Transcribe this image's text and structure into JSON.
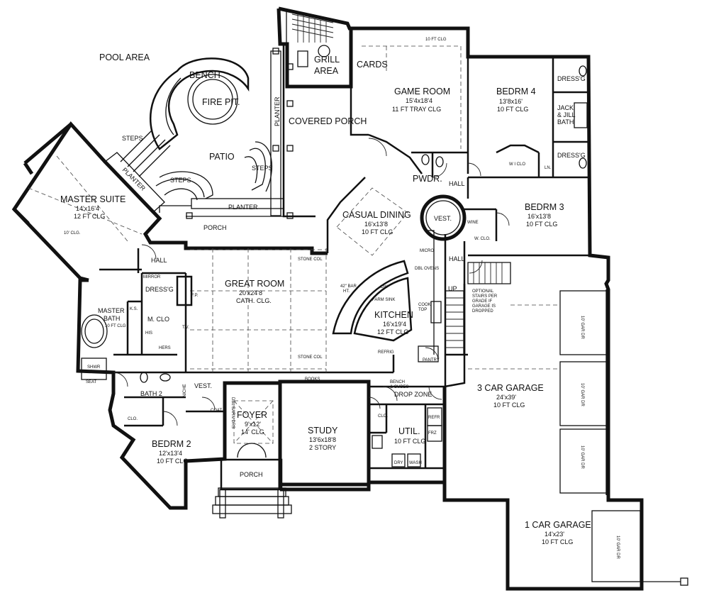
{
  "rooms": {
    "pool_area": "POOL AREA",
    "bench": "BENCH",
    "fire_pit": "FIRE PIT.",
    "grill_area": [
      "GRILL",
      "AREA"
    ],
    "cards": "CARDS",
    "game_room": {
      "name": "GAME ROOM",
      "dims": "15'4x18'4",
      "note": "11 FT TRAY CLG"
    },
    "game_room_clg": "10 FT CLG",
    "covered_porch": "COVERED PORCH",
    "planter_vertical": "PLANTER",
    "planter_diag": "PLANTER",
    "planter_rear": "PLANTER",
    "patio": "PATIO",
    "steps_a": "STEPS",
    "steps_b": "STEPS",
    "steps_c": "STEPS",
    "bedrm4": {
      "name": "BEDRM 4",
      "dims": "13'8x16'",
      "note": "10 FT CLG"
    },
    "dressg_top": "DRESS'G",
    "jack_jill": [
      "JACK",
      "& JILL",
      "BATH"
    ],
    "dressg_mid": "DRESS'G",
    "wi_clo": "W I CLO",
    "ln": "LN.",
    "pwdr": "PWDR.",
    "hall_ne": "HALL",
    "bedrm3": {
      "name": "BEDRM 3",
      "dims": "16'x13'8",
      "note": "10 FT CLG"
    },
    "vest_round": "VEST.",
    "wine": "WINE",
    "w_clo": "W. CLO.",
    "hall_e": "HALL",
    "master_suite": {
      "name": "MASTER SUITE",
      "dims": "14'x16'4",
      "note": "12 FT CLG"
    },
    "master_clg": "10' CLG.",
    "porch_rear": "PORCH",
    "hall_w": "HALL",
    "casual_dining": {
      "name": "CASUAL DINING",
      "dims": "16'x13'8",
      "note": "10 FT CLG"
    },
    "micro": "MICRO",
    "dbl_ovens": "DBL OVENS",
    "great_room": {
      "name": "GREAT ROOM",
      "dims": "20'x24'8",
      "note": "CATH. CLG."
    },
    "stone_col_top": "STONE COL",
    "stone_col_bot": "STONE COL",
    "bar_ht": [
      "42\" BAR",
      "HT."
    ],
    "farm_sink": "FARM SINK",
    "dw": "DW",
    "kitchen": {
      "name": "KITCHEN",
      "dims": "16'x19'4",
      "note": "12 FT CLG"
    },
    "cooktop": [
      "COOK",
      "TOP"
    ],
    "refrig": "REFRIG",
    "pantry": "PANTRY",
    "up": "UP",
    "stair_note": [
      "OPTIONAL",
      "STAIRS PER",
      "GRADE IF",
      "GARAGE IS",
      "DROPPED"
    ],
    "mirror": "MIRROR",
    "dressg_master": "DRESS'G",
    "fp": "F.P.",
    "m_clo": "M. CLO",
    "tv": "T.V.",
    "his": "HIS",
    "hers": "HERS",
    "ks": "K.S.",
    "master_bath": {
      "name": "MASTER",
      "name2": "BATH",
      "note": "10 FT CLG"
    },
    "shwr": "SHWR",
    "seat": "SEAT",
    "three_car_garage": {
      "name": "3 CAR GARAGE",
      "dims": "24'x39'",
      "note": "10 FT CLG"
    },
    "garage_doors": [
      "10' GAR DR",
      "10' GAR DR",
      "10' GAR DR",
      "10' GAR DR"
    ],
    "bath2": "BATH 2",
    "niche": "NICHE",
    "vest_front": "VEST.",
    "coat": "COAT",
    "books": "BOOKS",
    "bench_cubes": [
      "BENCH",
      "& CUBES"
    ],
    "drop_zone": "DROP ZONE",
    "clo_util": "CLO.",
    "frz": "FRZ",
    "refr": "REFR",
    "dbl_barn_drs": "DBL BARN DRS",
    "foyer": {
      "name": "FOYER",
      "dims": "9'x12'",
      "note": "14' CLG"
    },
    "study": {
      "name": "STUDY",
      "dims": "13'6x18'8",
      "note": "2 STORY"
    },
    "util": {
      "name": "UTIL.",
      "note": "10 FT CLG"
    },
    "dry": "DRY",
    "wash": "WASH",
    "clo_bed2": "CLO.",
    "bedrm2": {
      "name": "BEDRM 2",
      "dims": "12'x13'4",
      "note": "10 FT CLG"
    },
    "porch_front": "PORCH",
    "one_car_garage": {
      "name": "1 CAR GARAGE",
      "dims": "14'x23'",
      "note": "10 FT CLG"
    },
    "one_car_door": "10' GAR DR"
  }
}
